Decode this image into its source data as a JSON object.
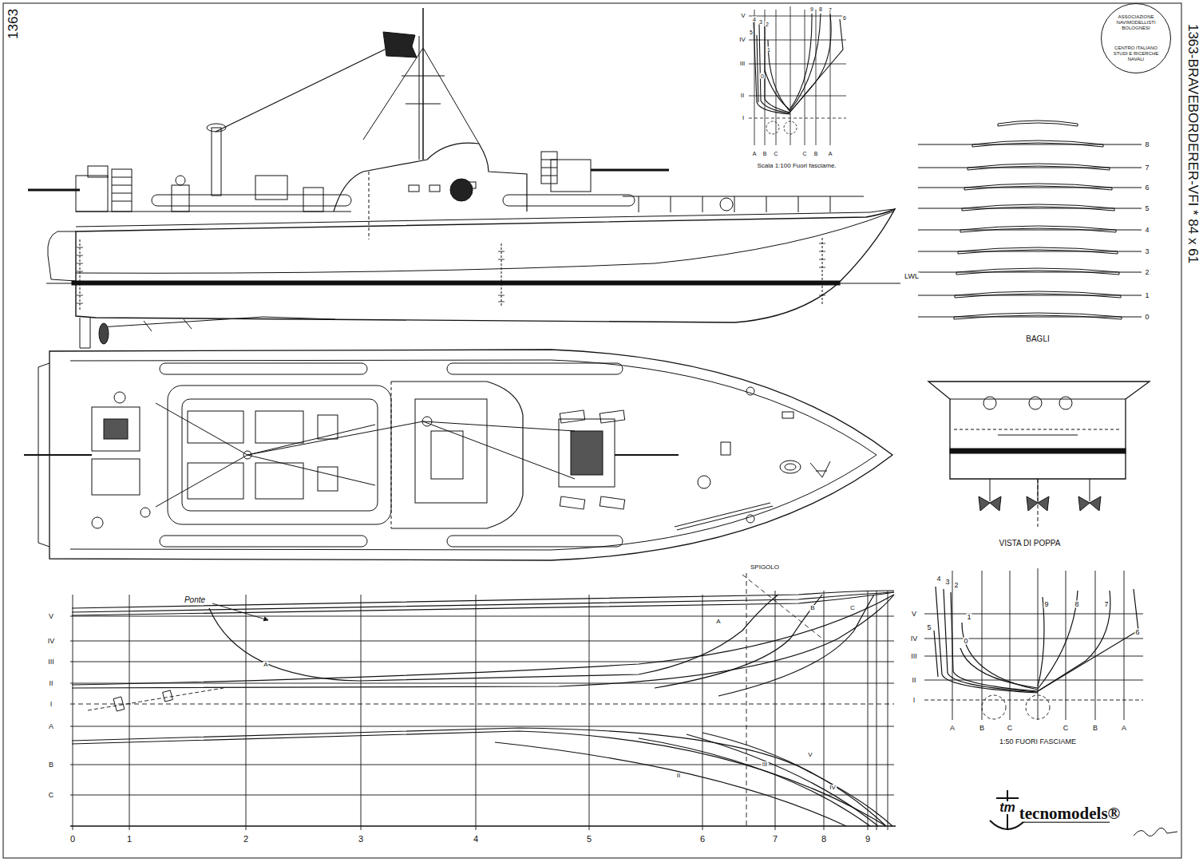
{
  "diagram": {
    "title": "1363-BRAVEBORDERER-VFI * 84 x 61",
    "nodes": [
      {
        "text": [
          "ASSOCIAZIONE NAVIMODELLISTI BOLOGNESI",
          "CENTRO ITALIANO STUDI E RICERCHE NAVALI"
        ]
      }
    ],
    "labels": [
      "1363",
      "V",
      "IV",
      "III",
      "II",
      "I",
      "5",
      "4",
      "3",
      "2",
      "1",
      "0",
      "9",
      "8",
      "7",
      "6",
      "A",
      "B",
      "C",
      "C",
      "B",
      "A",
      "Scala 1:100 Fuori fasciame.",
      "8",
      "7",
      "6",
      "5",
      "4",
      "3",
      "2",
      "1",
      "0",
      "BAGLI",
      "VISTA DI POPPA",
      "4",
      "3",
      "2",
      "5",
      "1",
      "0",
      "9",
      "8",
      "7",
      "6",
      "V",
      "IV",
      "III",
      "II",
      "I",
      "A",
      "B",
      "C",
      "C",
      "B",
      "A",
      "1:50 FUORI FASCIAME",
      "Ponte",
      "SPIGOLO",
      "A",
      "B",
      "C",
      "A",
      "V",
      "IV",
      "III",
      "II",
      "I",
      "A",
      "B",
      "C",
      "II",
      "III",
      "V",
      "IV",
      "0",
      "1",
      "2",
      "3",
      "4",
      "5",
      "6",
      "7",
      "8",
      "9",
      "LWL",
      "tm",
      "tecnomodels®"
    ]
  }
}
